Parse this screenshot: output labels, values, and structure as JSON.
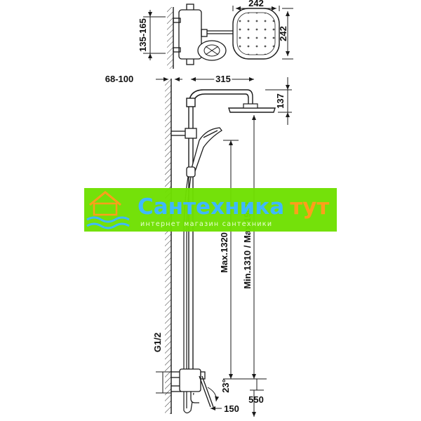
{
  "dimensions": {
    "head_width": "242",
    "head_height": "242",
    "mixer_height_range": "135-165",
    "wall_offset": "68-100",
    "arm_length": "315",
    "head_drop": "137",
    "handshower_max_height": "Max.1320",
    "head_height_range": "Min.1310 / Max.1960",
    "connection_thread": "G1/2",
    "angle": "23°",
    "spout_length": "150",
    "floor_gap": "550"
  },
  "watermark": {
    "brand_main": "Сантехника",
    "brand_accent": "тут",
    "tagline": "интернет магазин сантехники"
  },
  "colors": {
    "line": "#1a1a1a",
    "banner": "#6ee000",
    "brand_main": "#3fb8ff",
    "brand_accent": "#ff9e1b",
    "tagline": "#e9ffd2"
  }
}
